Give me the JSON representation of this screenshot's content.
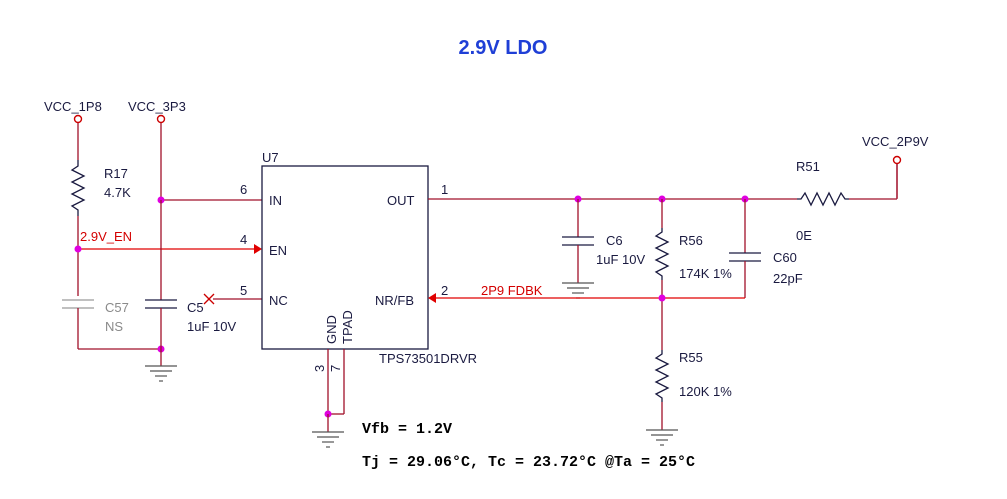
{
  "title": "2.9V LDO",
  "nets": {
    "vcc_1p8": "VCC_1P8",
    "vcc_3p3": "VCC_3P3",
    "vcc_2p9v": "VCC_2P9V",
    "en_net": "2.9V_EN",
    "fb_net": "2P9 FDBK"
  },
  "ic": {
    "ref": "U7",
    "part": "TPS73501DRVR",
    "pins": {
      "in": {
        "name": "IN",
        "num": "6"
      },
      "en": {
        "name": "EN",
        "num": "4"
      },
      "nc": {
        "name": "NC",
        "num": "5"
      },
      "out": {
        "name": "OUT",
        "num": "1"
      },
      "nrfb": {
        "name": "NR/FB",
        "num": "2"
      },
      "gnd": {
        "name": "GND",
        "num": "3"
      },
      "tpad": {
        "name": "TPAD",
        "num": "7"
      }
    }
  },
  "components": {
    "r17": {
      "ref": "R17",
      "value": "4.7K"
    },
    "c57": {
      "ref": "C57",
      "value": "NS"
    },
    "c5": {
      "ref": "C5",
      "value": "1uF 10V"
    },
    "c6": {
      "ref": "C6",
      "value": "1uF 10V"
    },
    "r56": {
      "ref": "R56",
      "value": "174K 1%"
    },
    "c60": {
      "ref": "C60",
      "value": "22pF"
    },
    "r51": {
      "ref": "R51",
      "value": "0E"
    },
    "r55": {
      "ref": "R55",
      "value": "120K 1%"
    }
  },
  "notes": {
    "vfb": "Vfb = 1.2V",
    "thermal": "Tj = 29.06°C, Tc = 23.72°C @Ta = 25°C"
  },
  "colors": {
    "title": "#1f3fd6",
    "wire": "#a0102a",
    "net_red": "#e00000",
    "junction": "#e000e0"
  }
}
